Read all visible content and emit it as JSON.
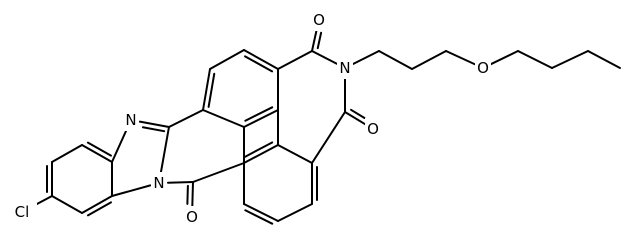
{
  "molecule": {
    "atoms": [
      {
        "id": "Cl",
        "label": "Cl"
      },
      {
        "id": "N_imidazole",
        "label": "N"
      },
      {
        "id": "N_fused",
        "label": "N"
      },
      {
        "id": "N_imide",
        "label": "N"
      },
      {
        "id": "O_top",
        "label": "O"
      },
      {
        "id": "O_right",
        "label": "O"
      },
      {
        "id": "O_bottom",
        "label": "O"
      },
      {
        "id": "O_ether",
        "label": "O"
      }
    ],
    "colors": {
      "bond": "#000000",
      "label": "#000000",
      "background": "#ffffff"
    }
  }
}
